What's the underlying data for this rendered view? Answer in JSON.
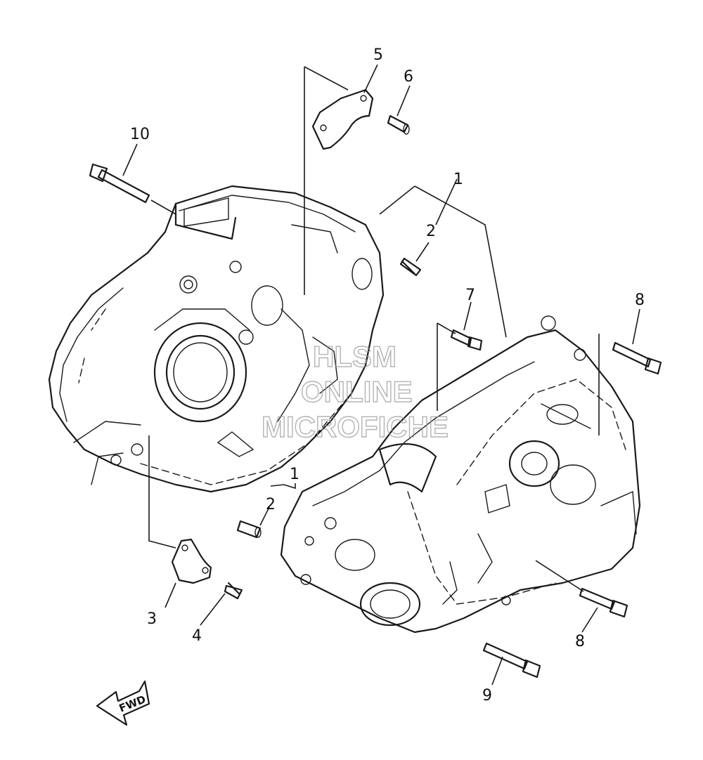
{
  "callouts": {
    "c1_top": "1",
    "c1_mid": "1",
    "c2_top": "2",
    "c2_bottom": "2",
    "c3": "3",
    "c4": "4",
    "c5": "5",
    "c6": "6",
    "c7": "7",
    "c8_top": "8",
    "c8_bottom": "8",
    "c9": "9",
    "c10": "10"
  },
  "direction_arrow": {
    "label": "FWD"
  },
  "watermark": {
    "line1": "HLSM",
    "line2": "ONLINE",
    "line3": "MICROFICHE"
  }
}
